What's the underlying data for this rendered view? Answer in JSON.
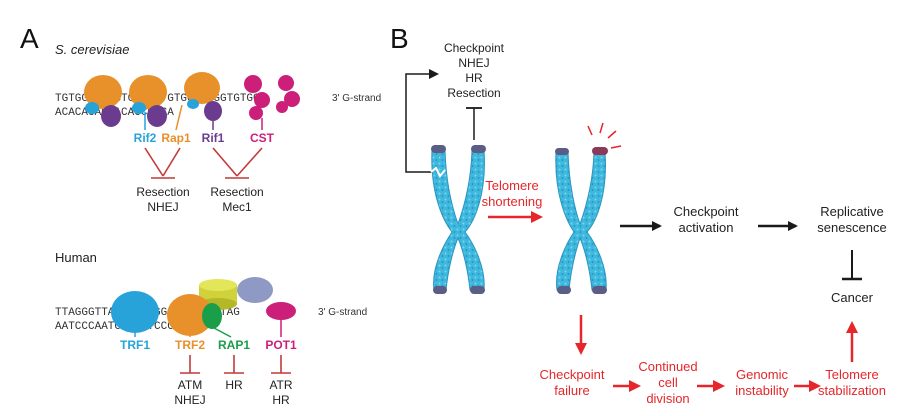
{
  "panel_a": {
    "label": "A",
    "yeast": {
      "species": "S. cerevisiae",
      "dna_top": "TGTGGTGTGGTGTGGGTGTGGTGTGGTGTGG",
      "dna_bottom": "ACACACACCACACCCACA",
      "strand_label": "3' G-strand",
      "proteins": [
        "Rif2",
        "Rap1",
        "Rif1",
        "CST"
      ],
      "effect_1": [
        "Resection",
        "NHEJ"
      ],
      "effect_2": [
        "Resection",
        "Mec1"
      ]
    },
    "human": {
      "species": "Human",
      "dna_top": "TTAGGGTTAGGGTTAGGGTTAGGGTTAG",
      "dna_bottom": "AATCCCAATCCCAATCCC",
      "strand_label": "3' G-strand",
      "proteins": [
        "TRF1",
        "TRF2",
        "RAP1",
        "POT1"
      ],
      "effects": [
        [
          "ATM",
          "NHEJ"
        ],
        [
          "HR"
        ],
        [
          "ATR",
          "HR"
        ]
      ]
    }
  },
  "panel_b": {
    "label": "B",
    "top_list": [
      "Checkpoint",
      "NHEJ",
      "HR",
      "Resection"
    ],
    "shortening": [
      "Telomere",
      "shortening"
    ],
    "checkpoint_activation": [
      "Checkpoint",
      "activation"
    ],
    "senescence": [
      "Replicative",
      "senescence"
    ],
    "cancer": "Cancer",
    "failure_path": [
      [
        "Checkpoint",
        "failure"
      ],
      [
        "Continued",
        "cell",
        "division"
      ],
      [
        "Genomic",
        "instability"
      ],
      [
        "Telomere",
        "stabilization"
      ]
    ]
  },
  "colors": {
    "red": "#e5262a",
    "orange": "#e8902a",
    "blue_protein": "#27a3da",
    "purple": "#6b3b8f",
    "magenta": "#cc1f7a",
    "chromosome": "#3fb8de",
    "green": "#1a9e4a"
  }
}
